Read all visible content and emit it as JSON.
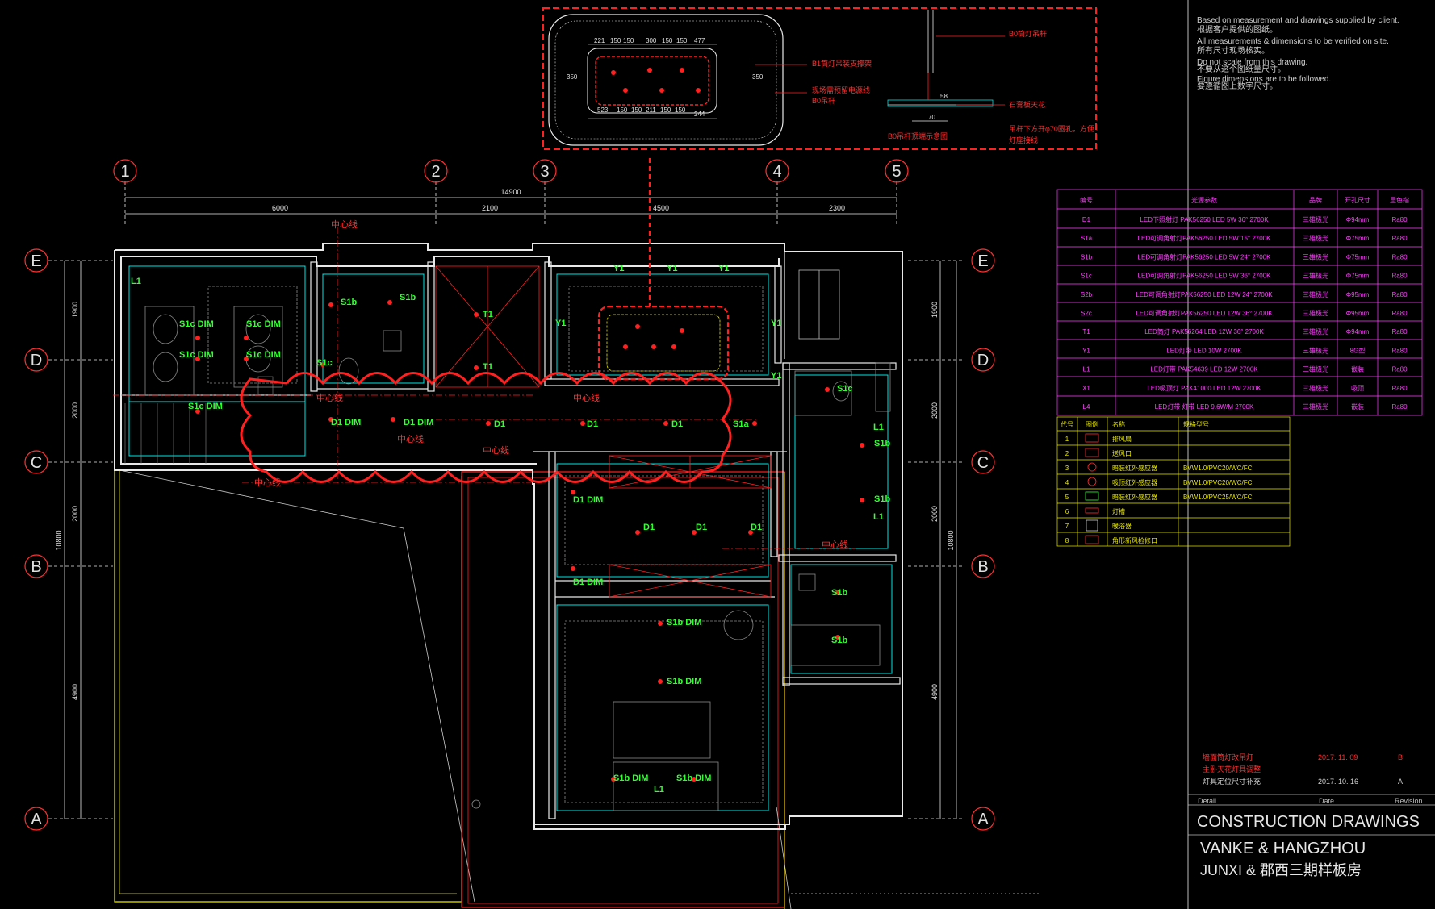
{
  "notes": [
    "Based on measurement and drawings supplied by client.",
    "根据客户提供的图纸。",
    "All measurements & dimensions to be verified on site.",
    "所有尺寸现场核实。",
    "Do not scale from this drawing.",
    "不要从这个图纸量尺寸。",
    "Figure dimensions are to be followed.",
    "要遵循图上数字尺寸。"
  ],
  "grid": {
    "columns": [
      "1",
      "2",
      "3",
      "4",
      "5"
    ],
    "rows": [
      "E",
      "D",
      "C",
      "B",
      "A"
    ],
    "total_width": "14900",
    "column_spans": [
      "6000",
      "2100",
      "4500",
      "2300"
    ],
    "total_height": "10800",
    "row_spans": [
      "1900",
      "2000",
      "2000",
      "4900"
    ]
  },
  "centerline_label": "中心线",
  "light_labels": [
    "S1c DIM",
    "S1c DIM",
    "S1c DIM",
    "S1c DIM",
    "S1c DIM",
    "S1b",
    "S1b",
    "S1c",
    "T1",
    "T1",
    "Y1",
    "Y1",
    "Y1",
    "Y1",
    "Y1",
    "Y1",
    "D1 DIM",
    "D1 DIM",
    "D1",
    "D1",
    "D1",
    "S1a",
    "D1 DIM",
    "D1 DIM",
    "D1",
    "D1",
    "D1",
    "S1b DIM",
    "S1b DIM",
    "S1b DIM",
    "S1b DIM",
    "L1",
    "S1c",
    "L1",
    "S1b",
    "S1b",
    "L1",
    "S1b",
    "S1b",
    "L1"
  ],
  "detail": {
    "dims_top": [
      "221",
      "150",
      "150",
      "300",
      "150",
      "150",
      "477"
    ],
    "dims_bottom": [
      "523",
      "150",
      "150",
      "211",
      "150",
      "150",
      "244"
    ],
    "side_dims": [
      "350",
      "350"
    ],
    "callouts": [
      "B0筒灯吊杆",
      "B1筒灯吊装支撑架",
      "现场需预留电源线",
      "B0吊杆",
      "石膏板天花",
      "吊杆下方开φ70圆孔，方便",
      "灯座接线",
      "B0吊杆顶端示意图"
    ],
    "small_dims": [
      "58",
      "70"
    ]
  },
  "legend_table": {
    "headers": [
      "编号",
      "光源参数",
      "品牌",
      "开孔尺寸",
      "显色指"
    ],
    "rows": [
      [
        "D1",
        "LED下照射灯 PAK56250  LED 5W 36° 2700K",
        "三雄极光",
        "Φ94mm",
        "Ra80"
      ],
      [
        "S1a",
        "LED可调角射灯PAK56250  LED 5W 15° 2700K",
        "三雄极光",
        "Φ75mm",
        "Ra80"
      ],
      [
        "S1b",
        "LED可调角射灯PAK56250  LED 5W 24° 2700K",
        "三雄极光",
        "Φ75mm",
        "Ra80"
      ],
      [
        "S1c",
        "LED可调角射灯PAK56250  LED 5W 36° 2700K",
        "三雄极光",
        "Φ75mm",
        "Ra80"
      ],
      [
        "S2b",
        "LED可调角射灯PAK56250  LED 12W 24° 2700K",
        "三雄极光",
        "Φ95mm",
        "Ra80"
      ],
      [
        "S2c",
        "LED可调角射灯PAK56250  LED 12W 36° 2700K",
        "三雄极光",
        "Φ95mm",
        "Ra80"
      ],
      [
        "T1",
        "LED筒灯  PAK56264  LED 12W 36° 2700K",
        "三雄极光",
        "Φ94mm",
        "Ra80"
      ],
      [
        "Y1",
        "LED灯带  LED 10W 2700K",
        "三雄极光",
        "8G型",
        "Ra80"
      ],
      [
        "L1",
        "LED灯带  PAK54639  LED 12W 2700K",
        "三雄极光",
        "嵌装",
        "Ra80"
      ],
      [
        "X1",
        "LED吸顶灯  PAK41000  LED 12W 2700K",
        "三雄极光",
        "吸顶",
        "Ra80"
      ],
      [
        "L4",
        "LED灯带  灯带  LED 9.6W/M 2700K",
        "三雄极光",
        "嵌装",
        "Ra80"
      ]
    ]
  },
  "symbol_table": {
    "headers": [
      "代号",
      "图例",
      "名称",
      "规格型号"
    ],
    "rows": [
      [
        "1",
        "",
        "排风扇",
        ""
      ],
      [
        "2",
        "",
        "送风口",
        ""
      ],
      [
        "3",
        "",
        "暗装红外感应器",
        "BVW1.0/PVC20/WC/FC"
      ],
      [
        "4",
        "",
        "吸顶红外感应器",
        "BVW1.0/PVC20/WC/FC"
      ],
      [
        "5",
        "",
        "暗装红外感应器",
        "BVW1.0/PVC25/WC/FC"
      ],
      [
        "6",
        "",
        "灯槽",
        ""
      ],
      [
        "7",
        "",
        "暖浴器",
        ""
      ],
      [
        "8",
        "",
        "角形新风检修口",
        ""
      ]
    ]
  },
  "revisions": {
    "rows": [
      [
        "墙面筒灯改吊灯",
        "2017. 11. 09",
        "B"
      ],
      [
        "主卧天花灯具调整",
        "",
        ""
      ],
      [
        "灯具定位尺寸补充",
        "2017. 10. 16",
        "A"
      ]
    ],
    "headers": [
      "Detail",
      "Date",
      "Revision"
    ]
  },
  "title_block": {
    "title": "CONSTRUCTION DRAWINGS",
    "line1": "VANKE & HANGZHOU",
    "line2": "JUNXI & 郡西三期样板房"
  },
  "colors": {
    "wall": "#e8e8e8",
    "cyan": "#00e5e5",
    "red": "#ff2020",
    "green": "#33ff33",
    "yellow": "#e8e800",
    "magenta": "#ff40ff"
  }
}
